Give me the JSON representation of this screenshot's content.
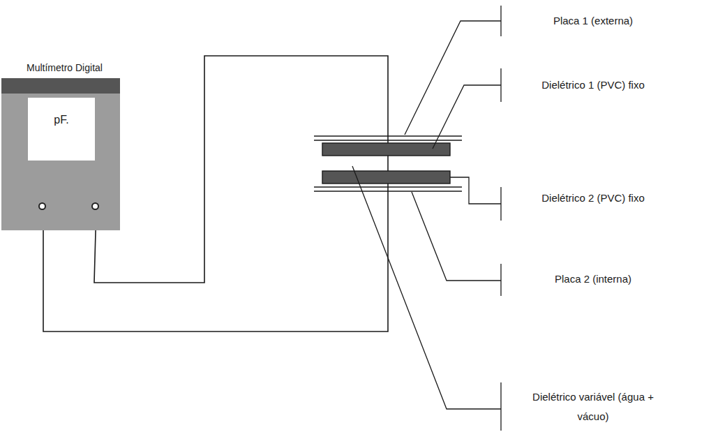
{
  "diagram": {
    "nodes": [
      {
        "text": [
          "Multímetro Digital"
        ]
      },
      {
        "text": [
          "pF."
        ],
        "in": 0
      }
    ],
    "labels": [
      "Placa 1 (externa)",
      "Dielétrico 1 (PVC) fixo",
      "Dielétrico 2 (PVC) fixo",
      "Placa 2 (interna)",
      "Dielétrico variável (água + vácuo)"
    ]
  }
}
